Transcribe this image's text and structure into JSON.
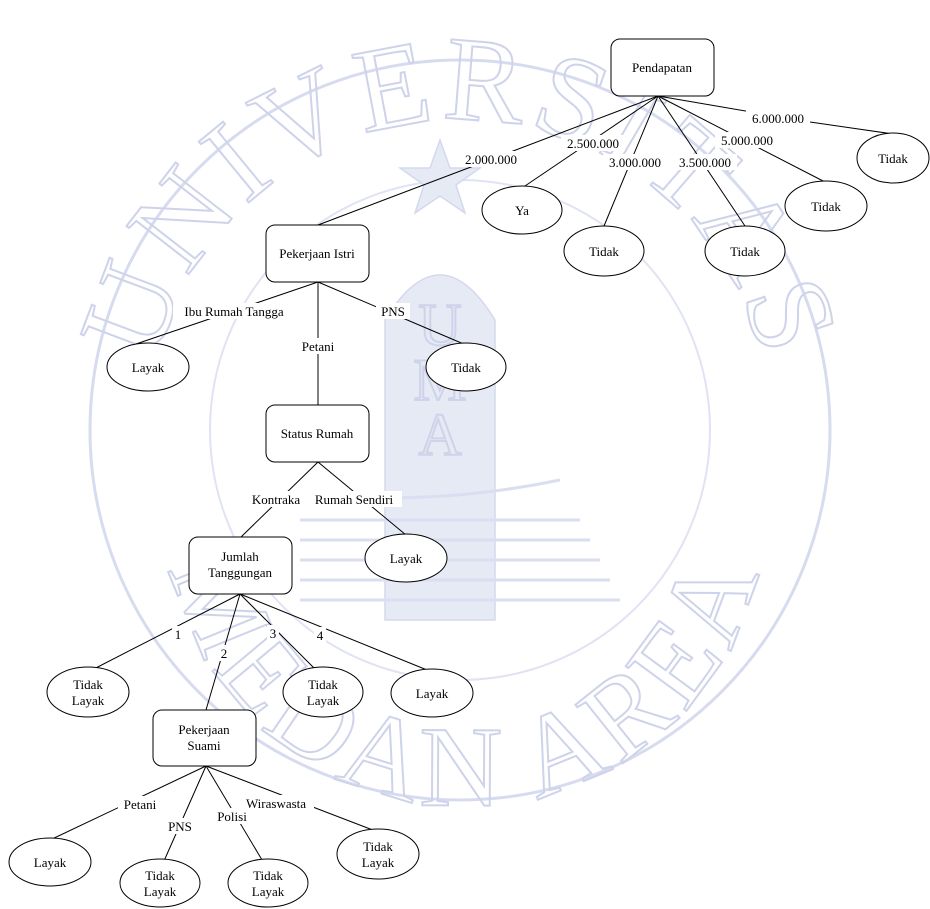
{
  "colors": {
    "ink": "#000000",
    "watermark": "#c9cfe8",
    "background": "#ffffff"
  },
  "watermark": {
    "icon": "university-seal-icon",
    "arc_top": "UNIVERSITAS",
    "arc_bottom": "MEDAN AREA",
    "pillar": [
      "U",
      "M",
      "A"
    ]
  },
  "nodes": {
    "pendapatan": "Pendapatan",
    "pekerjaan_istri": "Pekerjaan Istri",
    "status_rumah": "Status Rumah",
    "jumlah_tanggungan": [
      "Jumlah",
      "Tanggungan"
    ],
    "pekerjaan_suami": [
      "Pekerjaan",
      "Suami"
    ],
    "leaf_ya": "Ya",
    "leaf_tidak_1": "Tidak",
    "leaf_tidak_2": "Tidak",
    "leaf_tidak_3": "Tidak",
    "leaf_tidak_4": "Tidak",
    "leaf_tidak_istri": "Tidak",
    "leaf_layak_irt": "Layak",
    "leaf_layak_rumah": "Layak",
    "leaf_tl_1": [
      "Tidak",
      "Layak"
    ],
    "leaf_tl_3": [
      "Tidak",
      "Layak"
    ],
    "leaf_layak_4": "Layak",
    "leaf_layak_petani": "Layak",
    "leaf_tl_pns": [
      "Tidak",
      "Layak"
    ],
    "leaf_tl_polisi": [
      "Tidak",
      "Layak"
    ],
    "leaf_tl_wiraswasta": [
      "Tidak",
      "Layak"
    ]
  },
  "edges": {
    "e_2000000": "2.000.000",
    "e_2500000": "2.500.000",
    "e_3000000": "3.000.000",
    "e_3500000": "3.500.000",
    "e_5000000": "5.000.000",
    "e_6000000": "6.000.000",
    "e_irt": "Ibu Rumah Tangga",
    "e_petani_istri": "Petani",
    "e_pns_istri": "PNS",
    "e_kontraka": "Kontraka",
    "e_rumah_sendiri": "Rumah Sendiri",
    "e_1": "1",
    "e_2": "2",
    "e_3": "3",
    "e_4": "4",
    "e_petani_suami": "Petani",
    "e_pns_suami": "PNS",
    "e_polisi": "Polisi",
    "e_wiraswasta": "Wiraswasta"
  }
}
